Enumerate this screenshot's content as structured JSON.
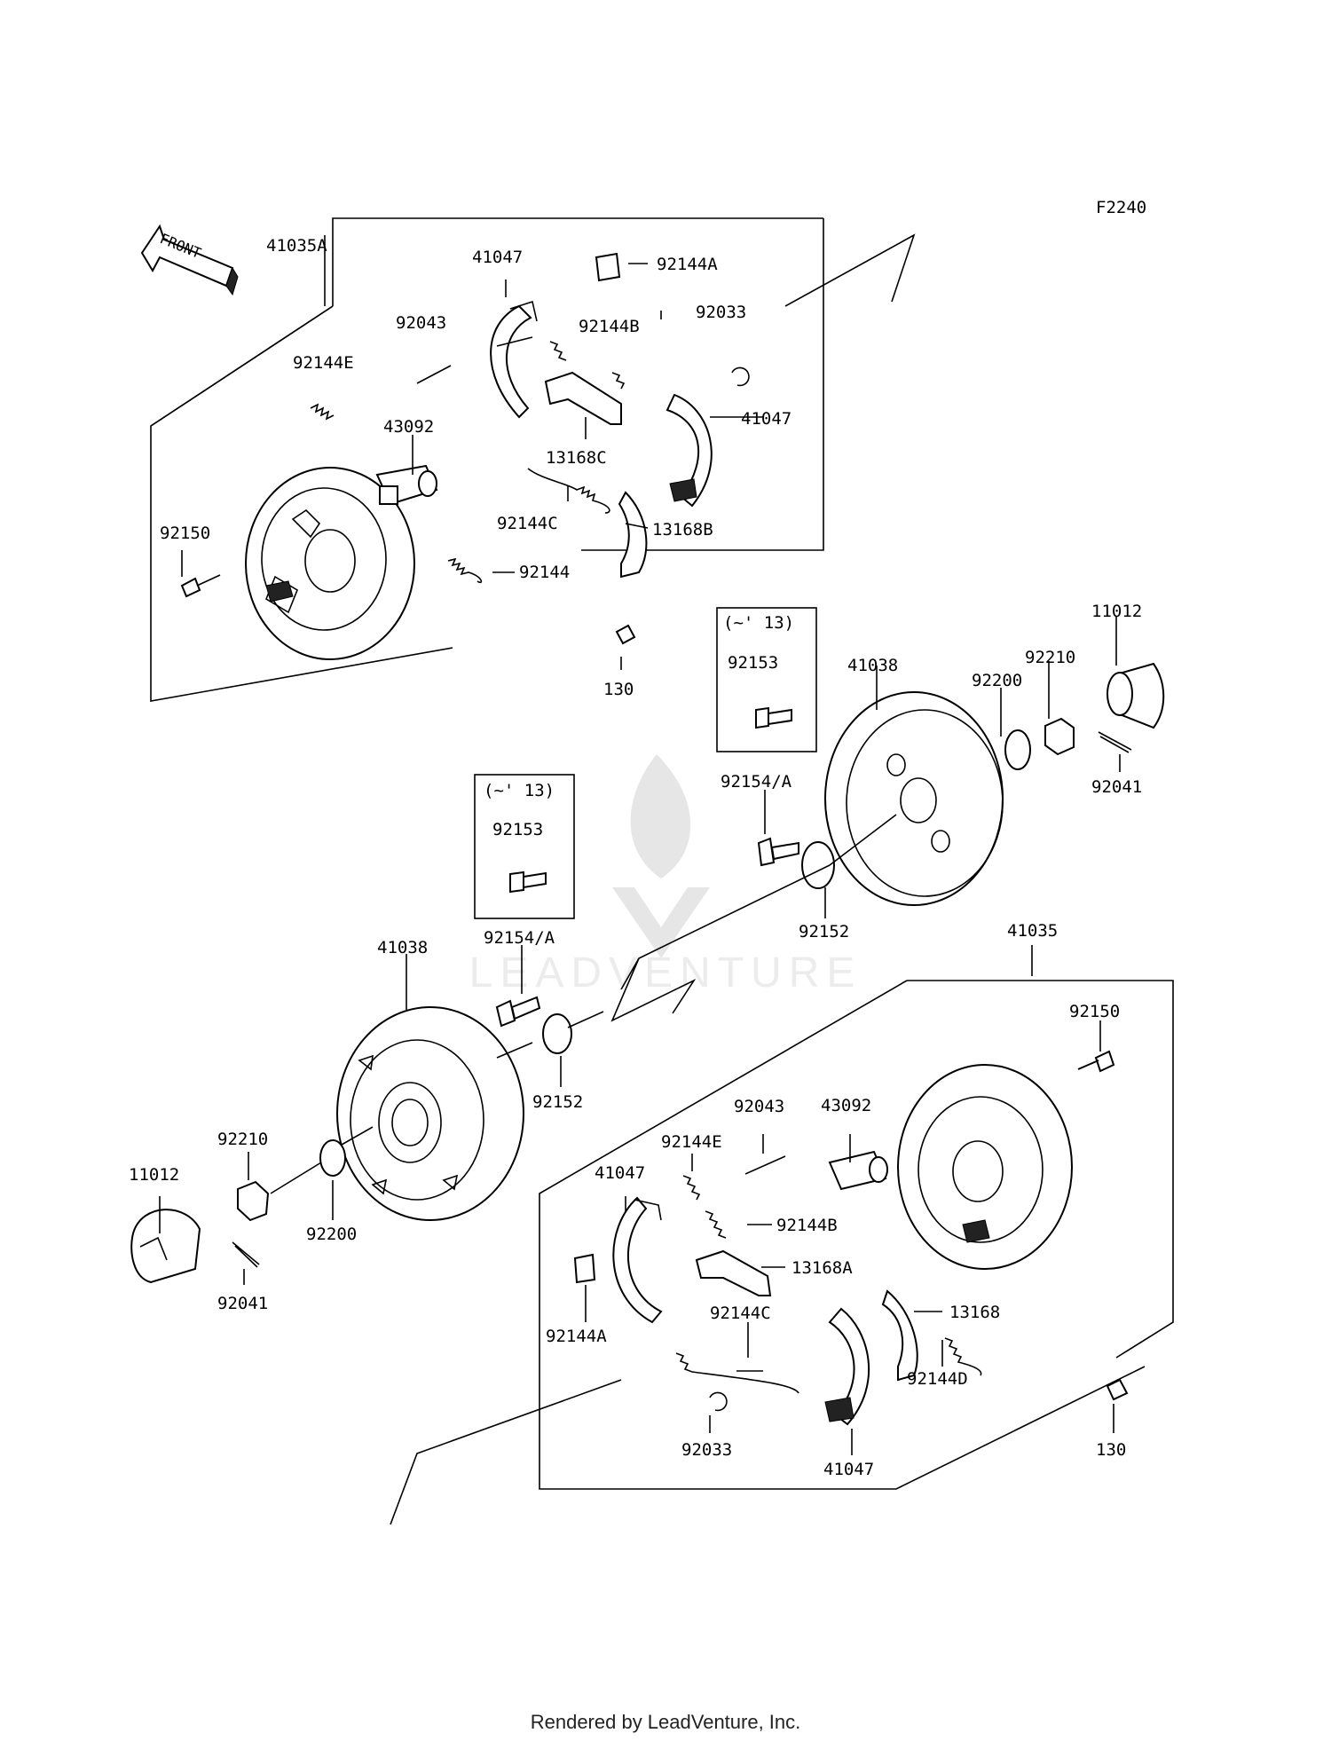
{
  "figure_code": "F2240",
  "direction_label": "FRONT",
  "watermark": "LEADVENTURE",
  "footer": "Rendered by LeadVenture, Inc.",
  "labels": {
    "p41035A": "41035A",
    "p41047_a": "41047",
    "p92144A_a": "92144A",
    "p92043_a": "92043",
    "p92144B_a": "92144B",
    "p92033_a": "92033",
    "p92144E_a": "92144E",
    "p41047_b": "41047",
    "p43092_a": "43092",
    "p13168C": "13168C",
    "p92150_a": "92150",
    "p92144C_a": "92144C",
    "p13168B": "13168B",
    "p92144": "92144",
    "p130_a": "130",
    "note_a": "(~' 13)",
    "p92153_a": "92153",
    "p41038_a": "41038",
    "p92200_a": "92200",
    "p92210_a": "92210",
    "p11012_a": "11012",
    "p92154A_a": "92154/A",
    "p92041_a": "92041",
    "note_b": "(~' 13)",
    "p92153_b": "92153",
    "p92152_a": "92152",
    "p41035": "41035",
    "p41038_b": "41038",
    "p92154A_b": "92154/A",
    "p92150_b": "92150",
    "p92152_b": "92152",
    "p92043_b": "92043",
    "p43092_b": "43092",
    "p92210_b": "92210",
    "p92144E_b": "92144E",
    "p41047_c": "41047",
    "p11012_b": "11012",
    "p92144B_b": "92144B",
    "p92200_b": "92200",
    "p13168A": "13168A",
    "p92144C_b": "92144C",
    "p13168": "13168",
    "p92041_b": "92041",
    "p92144A_b": "92144A",
    "p92144D": "92144D",
    "p92033_b": "92033",
    "p130_b": "130",
    "p41047_d": "41047"
  }
}
